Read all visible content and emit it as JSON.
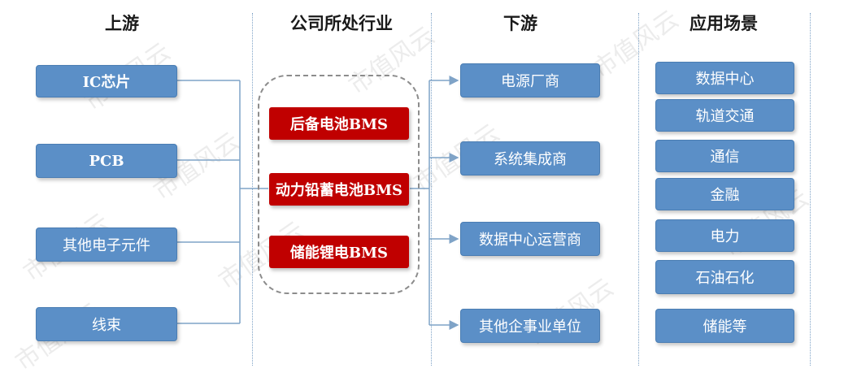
{
  "columns": {
    "upstream": "上游",
    "industry": "公司所处行业",
    "downstream": "下游",
    "applications": "应用场景"
  },
  "upstream": [
    "IC芯片",
    "PCB",
    "其他电子元件",
    "线束"
  ],
  "industry": [
    "后备电池BMS",
    "动力铅蓄电池BMS",
    "储能锂电BMS"
  ],
  "downstream": [
    "电源厂商",
    "系统集成商",
    "数据中心运营商",
    "其他企事业单位"
  ],
  "applications": [
    "数据中心",
    "轨道交通",
    "通信",
    "金融",
    "电力",
    "石油石化",
    "储能等"
  ],
  "watermark": "市值风云",
  "colors": {
    "box_blue": "#5b8fc7",
    "box_red": "#c00000",
    "line": "#7fa3c7"
  }
}
